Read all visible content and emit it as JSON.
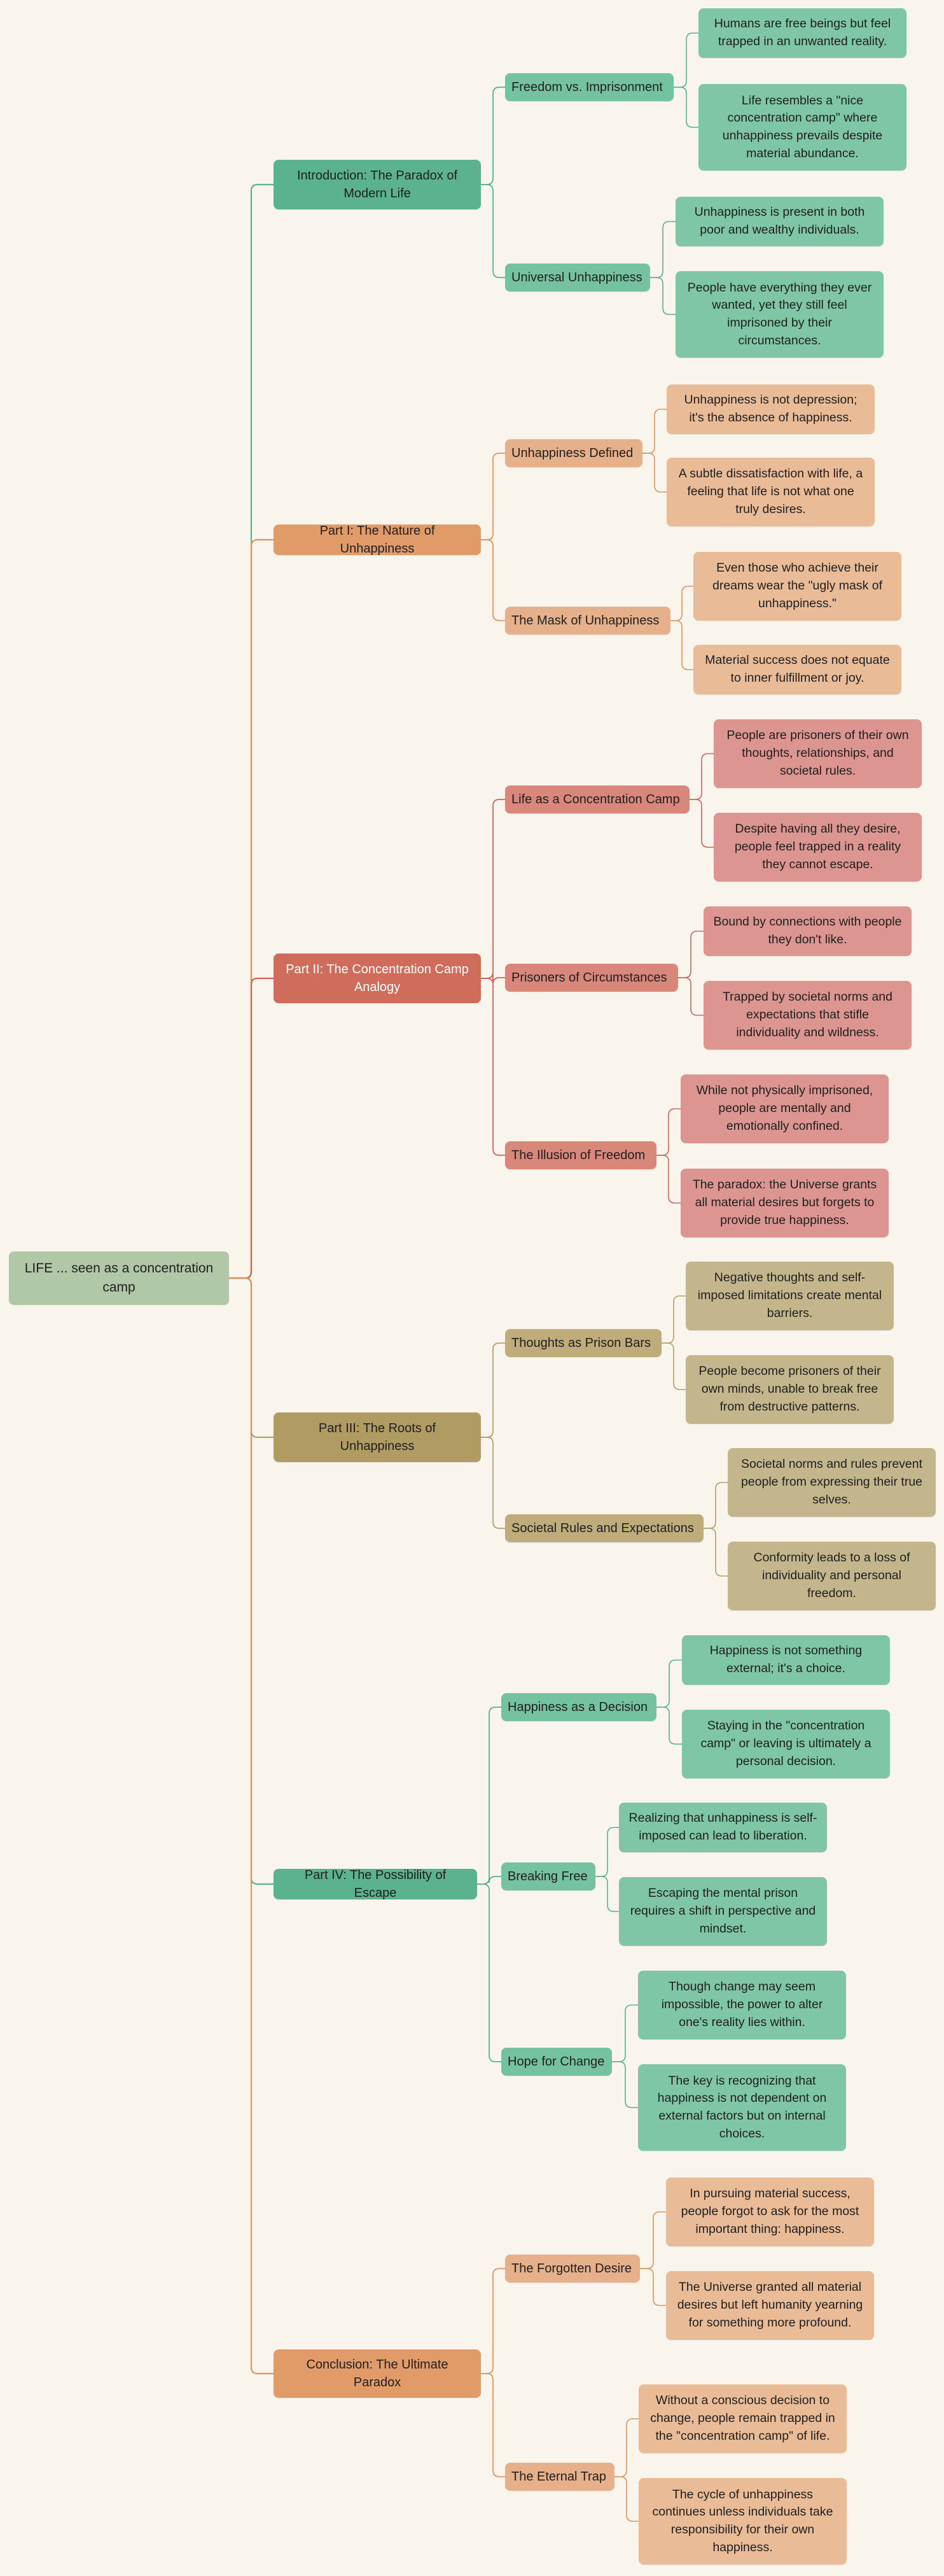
{
  "colors": {
    "background": "#f9f4ec",
    "root_fill": "#b0c7a8",
    "teal_l1": "#5ab28e",
    "teal_l2": "#75c2a0",
    "teal_l3": "#7ec6a6",
    "orange_l1": "#e19b68",
    "orange_l2": "#e6b08a",
    "orange_l3": "#e9bb96",
    "red_l1": "#cf6c5c",
    "red_l2": "#d9867b",
    "red_l3": "#dc9590",
    "khaki_l1": "#b09b62",
    "khaki_l2": "#bfac7b",
    "khaki_l3": "#c4b68c",
    "teal_line": "#5ab28e",
    "orange_line": "#dc9660",
    "red_line": "#cd6658",
    "khaki_line": "#b5a06a"
  },
  "mindmap": {
    "root": "LIFE ... seen as a concentration camp",
    "branches": [
      {
        "label": "Introduction: The Paradox of Modern Life",
        "theme": "teal",
        "children": [
          {
            "label": "Freedom vs. Imprisonment",
            "children": [
              "Humans are free beings but feel trapped in an unwanted reality.",
              "Life resembles a \"nice concentration camp\" where unhappiness prevails despite material abundance."
            ]
          },
          {
            "label": "Universal Unhappiness",
            "children": [
              "Unhappiness is present in both poor and wealthy individuals.",
              "People have everything they ever wanted, yet they still feel imprisoned by their circumstances."
            ]
          }
        ]
      },
      {
        "label": "Part I: The Nature of Unhappiness",
        "theme": "orange",
        "children": [
          {
            "label": "Unhappiness Defined",
            "children": [
              "Unhappiness is not depression; it's the absence of happiness.",
              "A subtle dissatisfaction with life, a feeling that life is not what one truly desires."
            ]
          },
          {
            "label": "The Mask of Unhappiness",
            "children": [
              "Even those who achieve their dreams wear the \"ugly mask of unhappiness.\"",
              "Material success does not equate to inner fulfillment or joy."
            ]
          }
        ]
      },
      {
        "label": "Part II: The Concentration Camp Analogy",
        "theme": "red",
        "children": [
          {
            "label": "Life as a Concentration Camp",
            "children": [
              "People are prisoners of their own thoughts, relationships, and societal rules.",
              "Despite having all they desire, people feel trapped in a reality they cannot escape."
            ]
          },
          {
            "label": "Prisoners of Circumstances",
            "children": [
              "Bound by connections with people they don't like.",
              "Trapped by societal norms and expectations that stifle individuality and wildness."
            ]
          },
          {
            "label": "The Illusion of Freedom",
            "children": [
              "While not physically imprisoned, people are mentally and emotionally confined.",
              "The paradox: the Universe grants all material desires but forgets to provide true happiness."
            ]
          }
        ]
      },
      {
        "label": "Part III: The Roots of Unhappiness",
        "theme": "khaki",
        "children": [
          {
            "label": "Thoughts as Prison Bars",
            "children": [
              "Negative thoughts and self-imposed limitations create mental barriers.",
              "People become prisoners of their own minds, unable to break free from destructive patterns."
            ]
          },
          {
            "label": "Societal Rules and Expectations",
            "children": [
              "Societal norms and rules prevent people from expressing their true selves.",
              "Conformity leads to a loss of individuality and personal freedom."
            ]
          }
        ]
      },
      {
        "label": "Part IV: The Possibility of Escape",
        "theme": "teal",
        "children": [
          {
            "label": "Happiness as a Decision",
            "children": [
              "Happiness is not something external; it's a choice.",
              "Staying in the \"concentration camp\" or leaving is ultimately a personal decision."
            ]
          },
          {
            "label": "Breaking Free",
            "children": [
              "Realizing that unhappiness is self-imposed can lead to liberation.",
              "Escaping the mental prison requires a shift in perspective and mindset."
            ]
          },
          {
            "label": "Hope for Change",
            "children": [
              "Though change may seem impossible, the power to alter one's reality lies within.",
              "The key is recognizing that happiness is not dependent on external factors but on internal choices."
            ]
          }
        ]
      },
      {
        "label": "Conclusion: The Ultimate Paradox",
        "theme": "orange",
        "children": [
          {
            "label": "The Forgotten Desire",
            "children": [
              "In pursuing material success, people forgot to ask for the most important thing: happiness.",
              "The Universe granted all material desires but left humanity yearning for something more profound."
            ]
          },
          {
            "label": "The Eternal Trap",
            "children": [
              "Without a conscious decision to change, people remain trapped in the \"concentration camp\" of life.",
              "The cycle of unhappiness continues unless individuals take responsibility for their own happiness."
            ]
          }
        ]
      }
    ]
  }
}
